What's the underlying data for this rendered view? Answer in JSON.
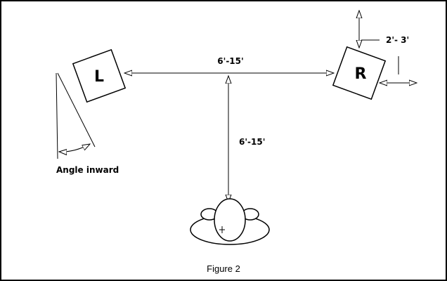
{
  "diagram": {
    "left_speaker_label": "L",
    "right_speaker_label": "R",
    "speaker_spacing_label": "6'-15'",
    "listening_distance_label": "6'-15'",
    "wall_clearance_label": "2'- 3'",
    "angle_label": "Angle inward",
    "caption": "Figure 2"
  }
}
